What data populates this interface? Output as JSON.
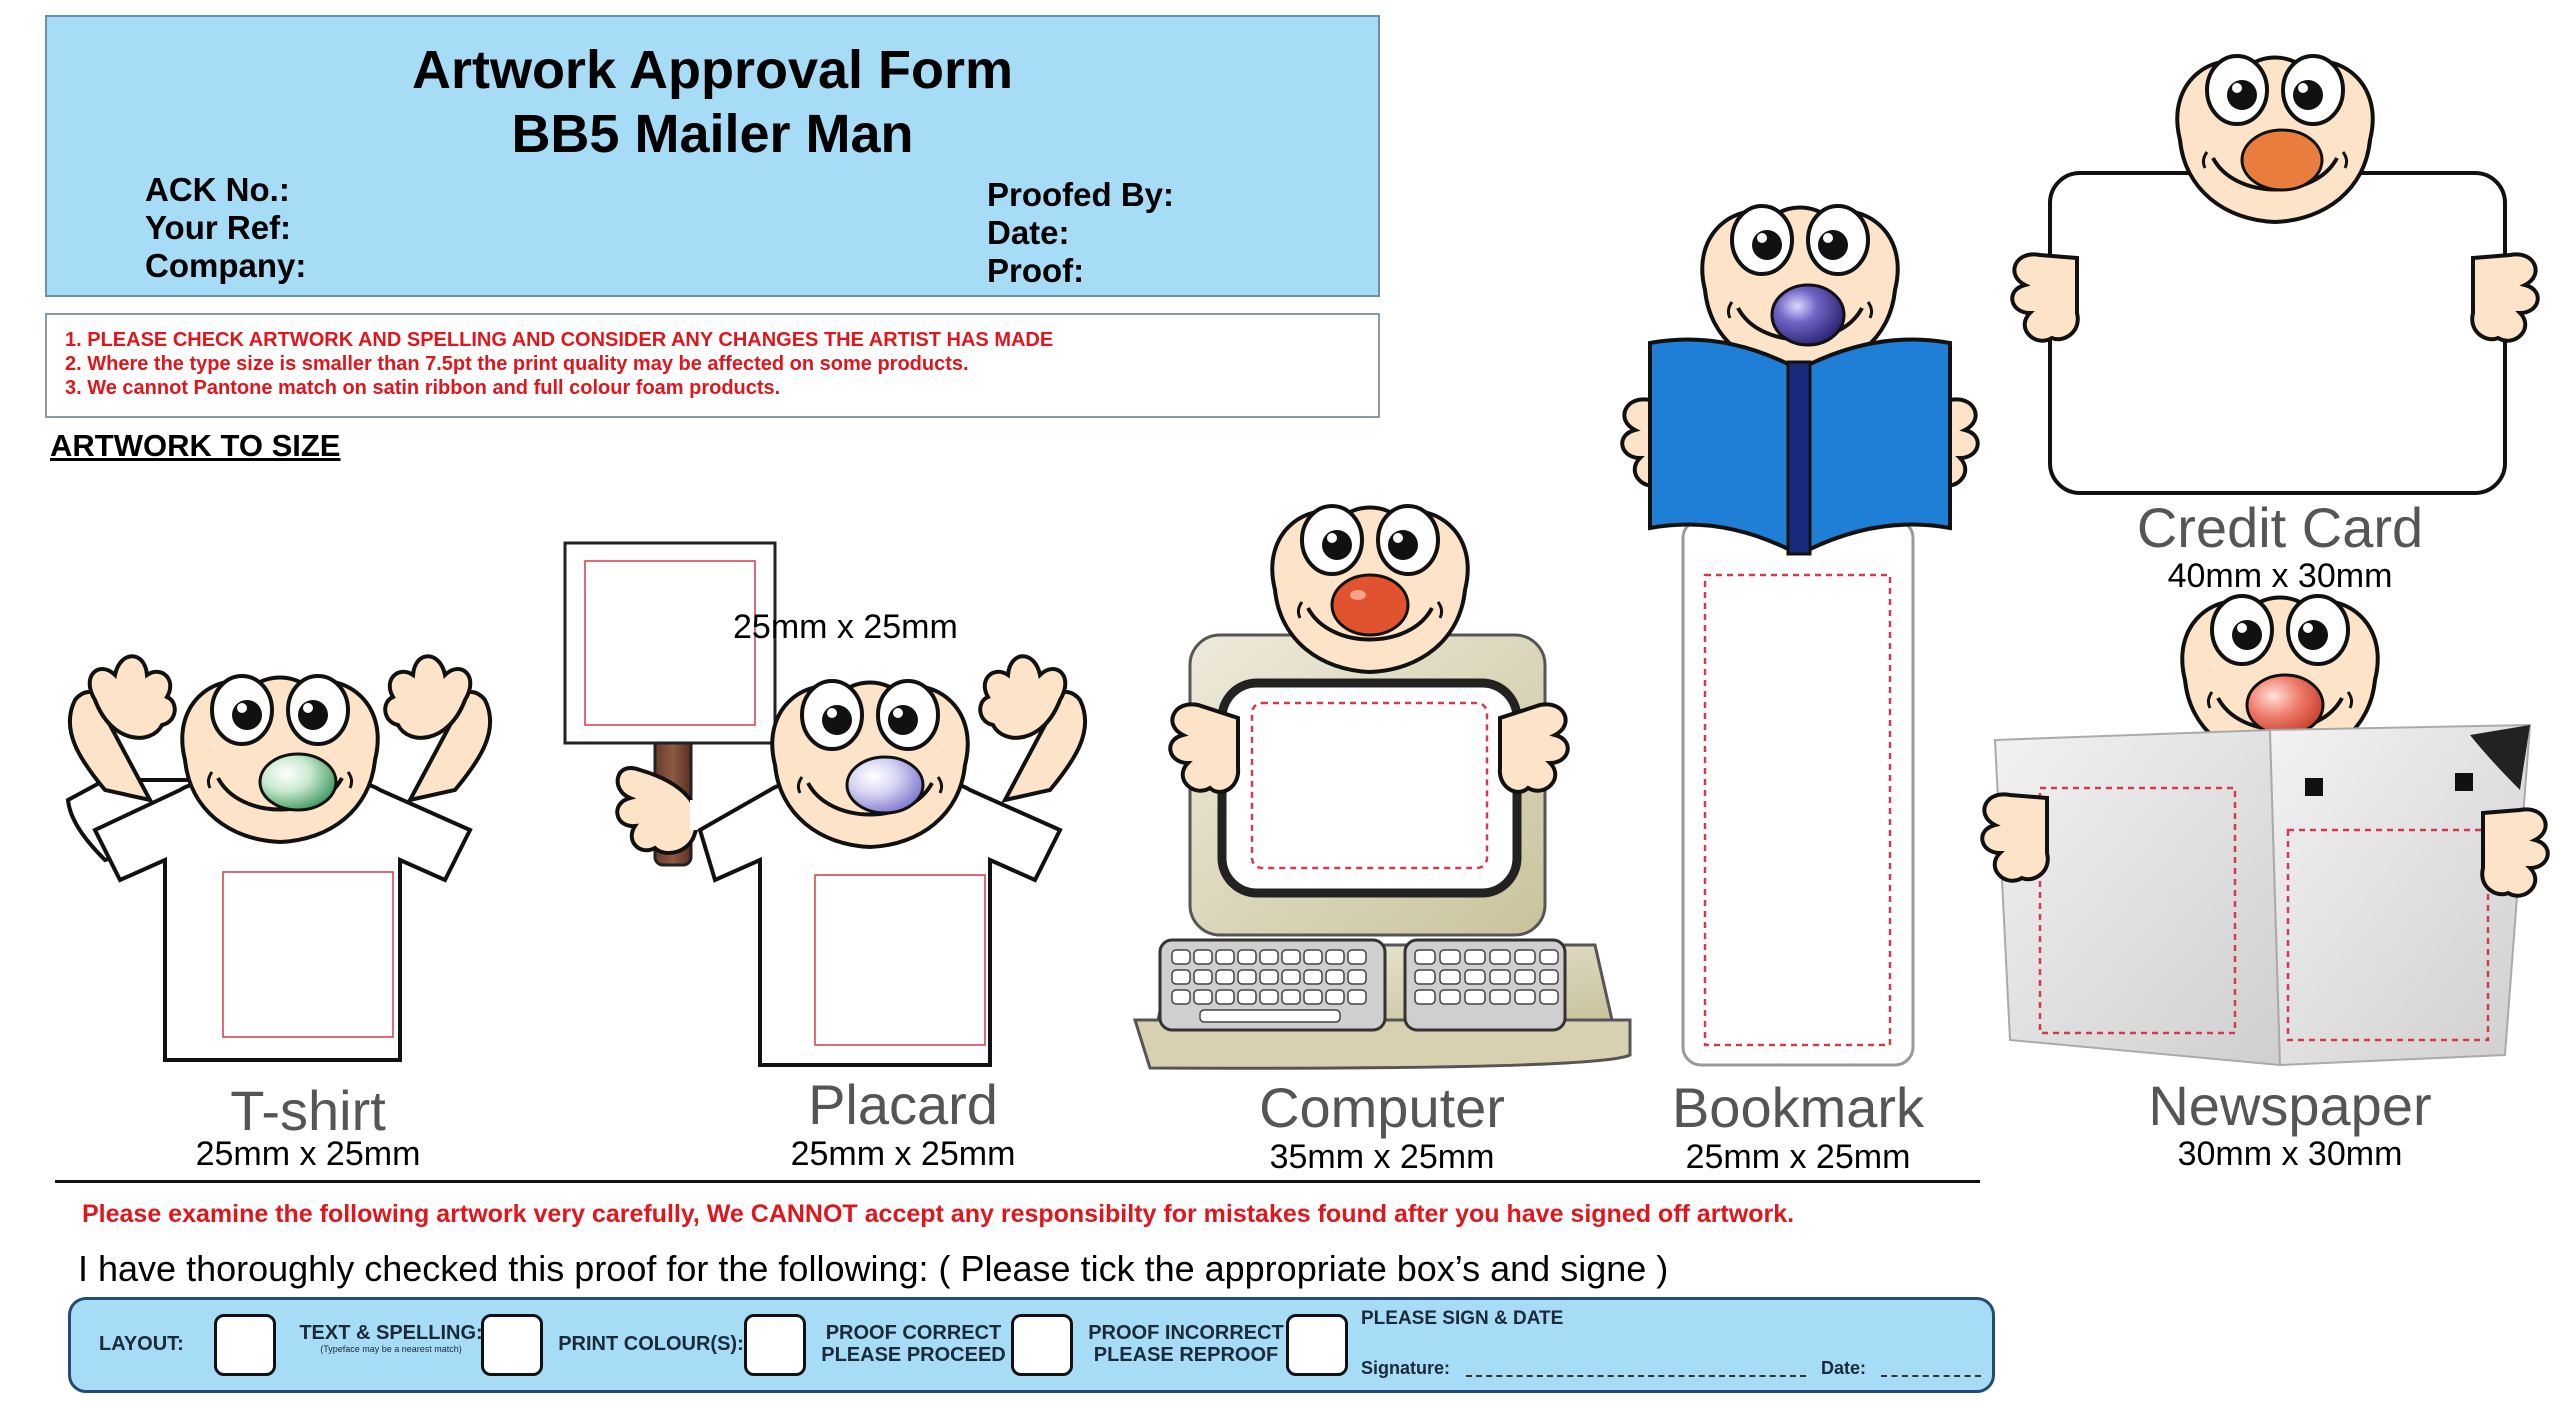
{
  "header": {
    "title_line1": "Artwork Approval Form",
    "title_line2": "BB5 Mailer Man",
    "ack_label": "ACK No.:",
    "ref_label": "Your Ref:",
    "company_label": "Company:",
    "proofed_label": "Proofed By:",
    "date_label": "Date:",
    "proof_label": "Proof:"
  },
  "notes": [
    "1.  PLEASE CHECK ARTWORK AND SPELLING AND CONSIDER ANY CHANGES THE ARTIST HAS MADE",
    "2.  Where the type size is smaller than 7.5pt the print quality may be affected on some products.",
    "3.  We cannot Pantone match on satin ribbon and full colour foam products."
  ],
  "artwork_heading": "ARTWORK TO SIZE",
  "products": {
    "tshirt": {
      "name": "T-shirt",
      "size": "25mm x 25mm"
    },
    "placard": {
      "name": "Placard",
      "size": "25mm x 25mm",
      "sign_size": "25mm x 25mm"
    },
    "computer": {
      "name": "Computer",
      "size": "35mm x 25mm"
    },
    "bookmark": {
      "name": "Bookmark",
      "size": "25mm x 25mm"
    },
    "credit_card": {
      "name": "Credit Card",
      "size": "40mm x 30mm"
    },
    "newspaper": {
      "name": "Newspaper",
      "size": "30mm x 30mm"
    }
  },
  "warning": "Please examine the following artwork very carefully, We CANNOT accept any responsibilty for mistakes found after you have signed off artwork.",
  "checked_line": "I have thoroughly checked this proof for the following:  ( Please tick the appropriate box’s and signe )",
  "tick_bar": {
    "layout": "LAYOUT:",
    "text_spelling": "TEXT & SPELLING:",
    "text_spelling_note": "(Typeface may be a nearest match)",
    "print_colours": "PRINT COLOUR(S):",
    "proof_correct_1": "PROOF CORRECT",
    "proof_correct_2": "PLEASE PROCEED",
    "proof_incorrect_1": "PROOF INCORRECT",
    "proof_incorrect_2": "PLEASE REPROOF",
    "sign_date": "PLEASE SIGN & DATE",
    "signature": "Signature:",
    "date": "Date:"
  },
  "colors": {
    "header_bg": "#a6dcf5",
    "red_text": "#e0161d",
    "bar_border": "#234a78",
    "tshirt_nose": "#4aa86a",
    "placard_nose": "#8a86d8",
    "computer_nose": "#e0532e",
    "bookmark_nose": "#4a3f9a",
    "card_nose": "#e87d3e",
    "newspaper_nose": "#e86a5a",
    "book_blue": "#1f7fd6"
  }
}
